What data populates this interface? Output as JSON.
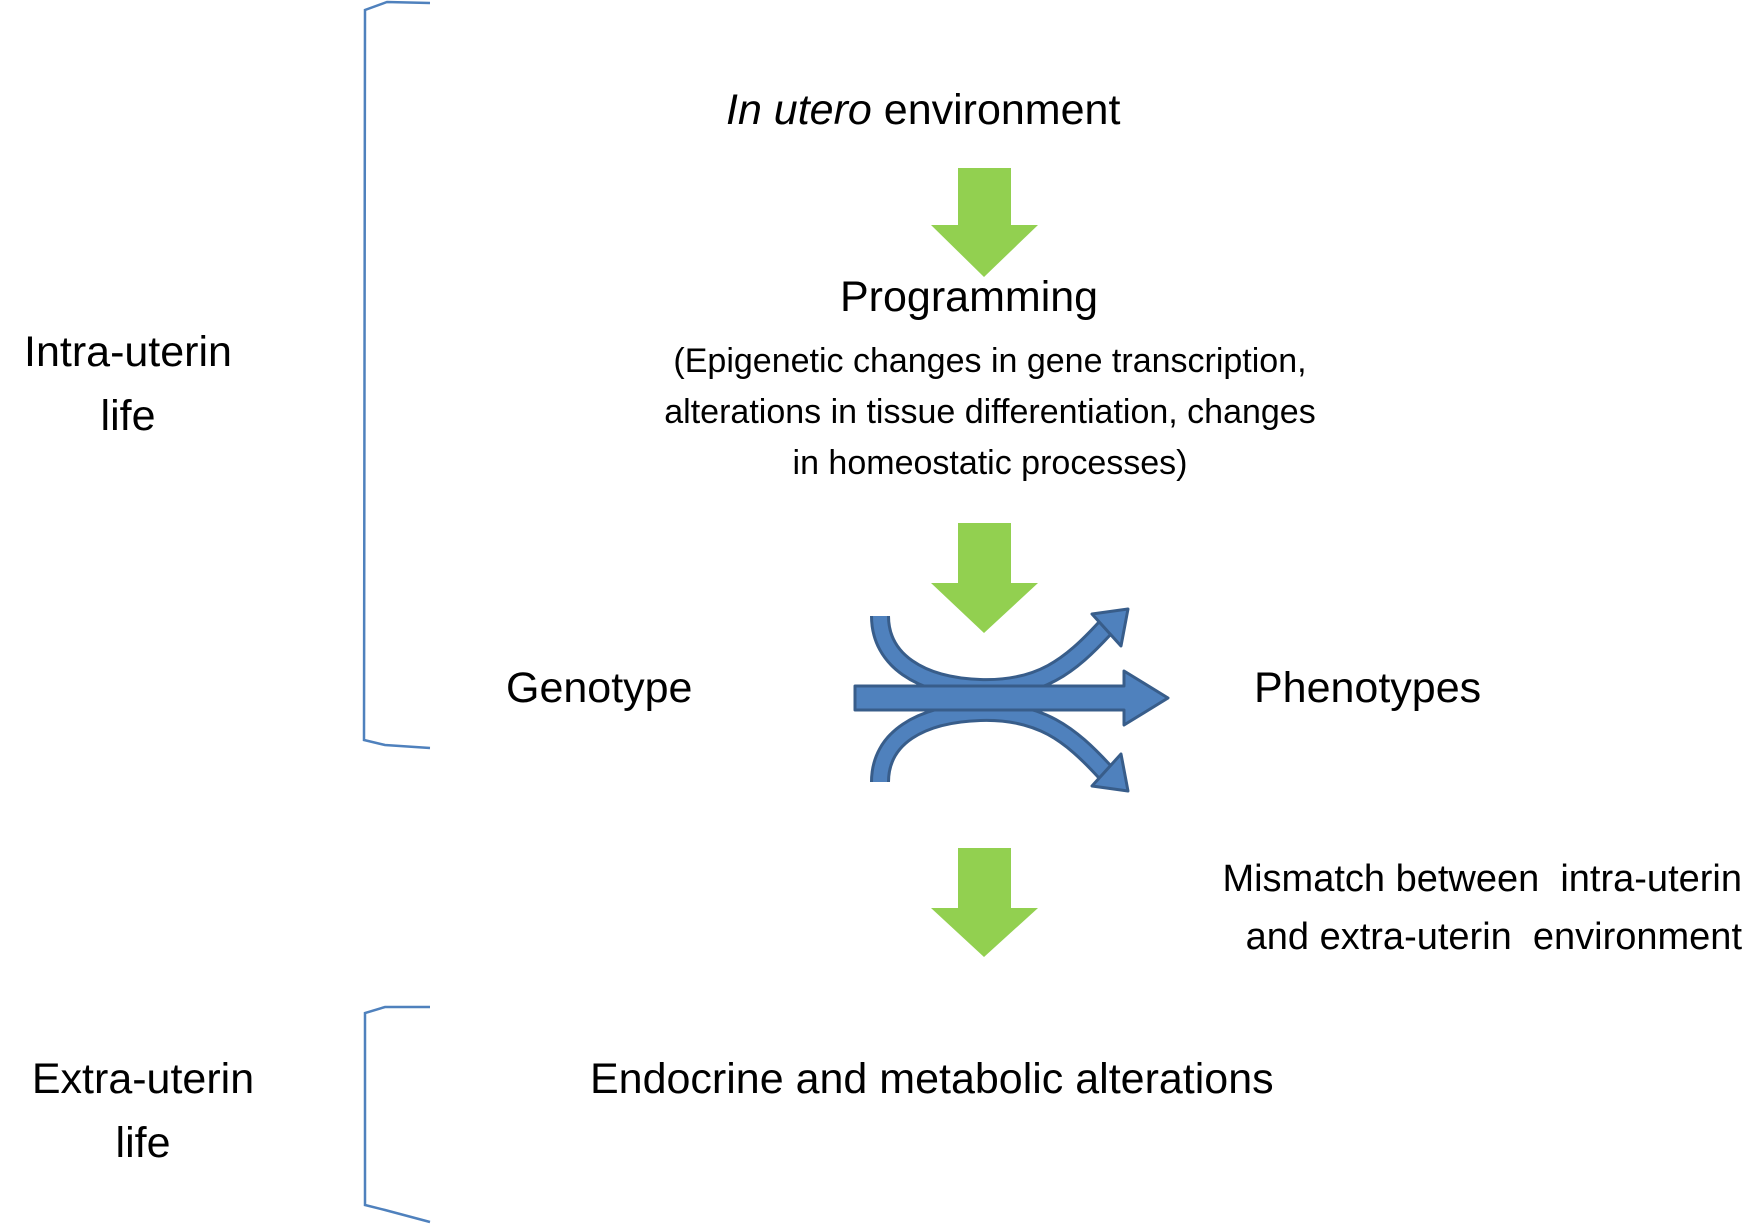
{
  "life_stages": {
    "intra_uterin_line1": "Intra-uterin",
    "intra_uterin_line2": "life",
    "extra_uterin_line1": "Extra-uterin",
    "extra_uterin_line2": "life"
  },
  "flow": {
    "environment_italic": "In utero",
    "environment_rest": "environment",
    "programming_title": "Programming",
    "programming_line1": "(Epigenetic changes in gene transcription,",
    "programming_line2": "alterations in tissue differentiation, changes",
    "programming_line3": "in homeostatic processes)",
    "genotype": "Genotype",
    "phenotypes": "Phenotypes",
    "mismatch_line1": "Mismatch between  intra-uterin",
    "mismatch_line2": "and extra-uterin  environment",
    "outcome": "Endocrine and metabolic alterations"
  },
  "colors": {
    "arrow_green": "#92D050",
    "arrow_blue_fill": "#4F81BD",
    "arrow_blue_outline": "#385D8A",
    "bracket_blue": "#4F81BD",
    "text": "#000000"
  }
}
